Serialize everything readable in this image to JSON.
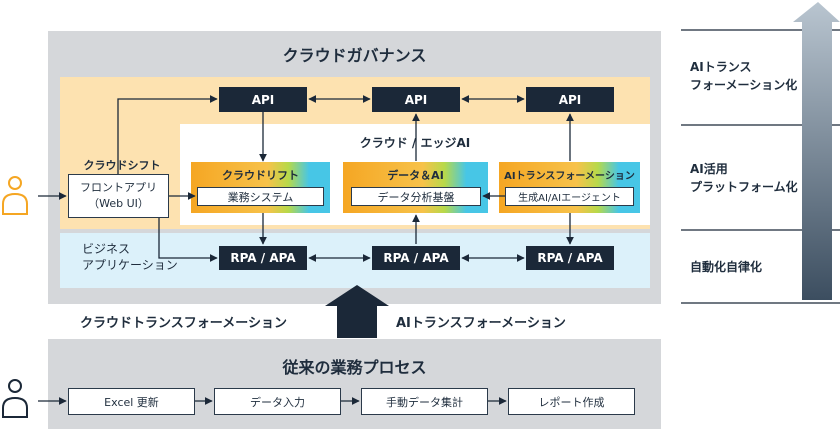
{
  "top": {
    "title": "クラウドガバナンス",
    "api_1": "API",
    "api_2": "API",
    "api_3": "API",
    "cloud_shift_label": "クラウドシフト",
    "front_app": "フロントアプリ\n（Web UI）",
    "edge_title": "クラウド / エッジAI",
    "card_1_title": "クラウドリフト",
    "card_1_sub": "業務システム",
    "card_2_title": "データ＆AI",
    "card_2_sub": "データ分析基盤",
    "card_3_title": "AIトランスフォーメーション",
    "card_3_sub": "生成AI/AIエージェント",
    "biz_app": "ビジネス\nアプリケーション",
    "rpa_1": "RPA / APA",
    "rpa_2": "RPA / APA",
    "rpa_3": "RPA / APA"
  },
  "middle": {
    "left_label": "クラウドトランスフォーメーション",
    "right_label": "AIトランスフォーメーション"
  },
  "bottom": {
    "title": "従来の業務プロセス",
    "steps": [
      "Excel 更新",
      "データ入力",
      "手動データ集計",
      "レポート作成"
    ]
  },
  "right_panel": {
    "level_1": "AIトランス\nフォーメーション化",
    "level_2": "AI活用\nプラットフォーム化",
    "level_3": "自動化自律化"
  },
  "colors": {
    "accent_orange": "#f5a623",
    "person_orange": "#f5a623",
    "dark": "#1b2838",
    "gray_panel": "#d5d7da"
  }
}
